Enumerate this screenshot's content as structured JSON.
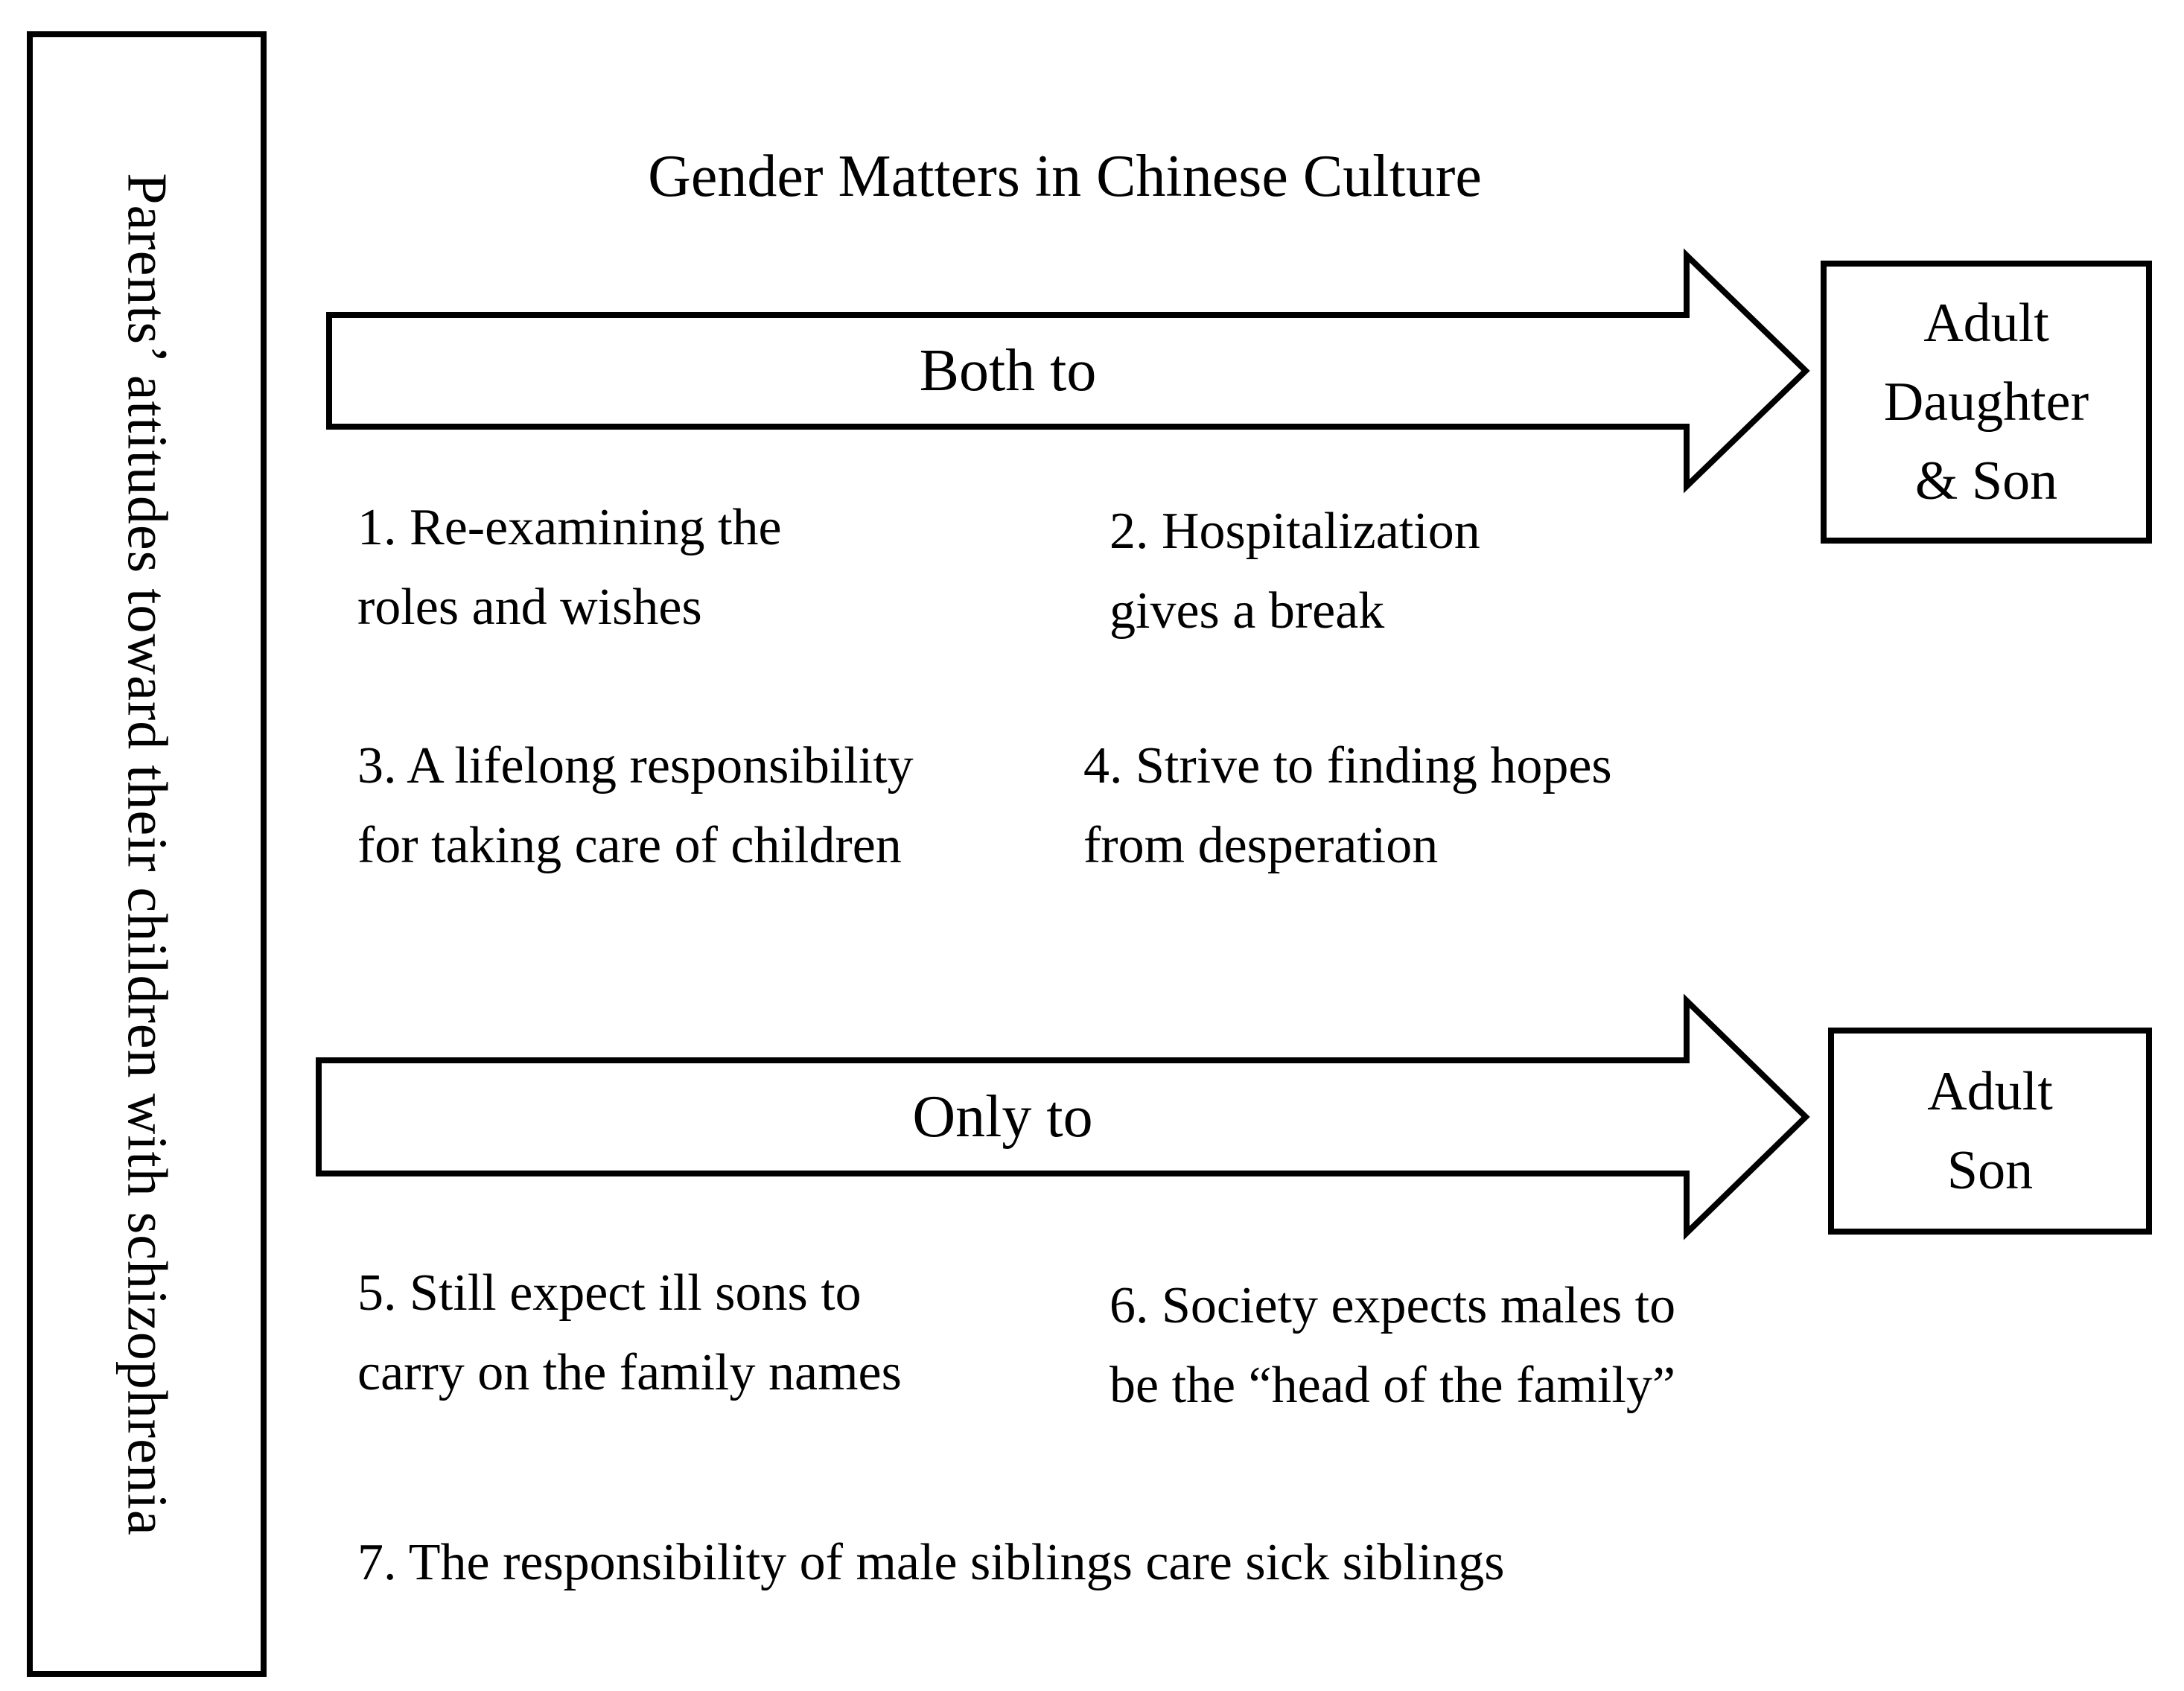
{
  "colors": {
    "ink": "#000000",
    "background": "#ffffff"
  },
  "sidebar": {
    "label": "Parents’ attitudes toward their children with schizophrenia"
  },
  "title": "Gender Matters in Chinese Culture",
  "arrows": [
    {
      "label": "Both to",
      "target_lines": [
        "Adult",
        "Daughter",
        "& Son"
      ]
    },
    {
      "label": "Only to",
      "target_lines": [
        "Adult",
        "Son"
      ]
    }
  ],
  "items": [
    {
      "line1": "1. Re-examining the",
      "line2": "roles and wishes"
    },
    {
      "line1": "2. Hospitalization",
      "line2": "gives a break"
    },
    {
      "line1": "3. A lifelong responsibility",
      "line2": "for taking care of children"
    },
    {
      "line1": "4. Strive to finding hopes",
      "line2": "from desperation"
    },
    {
      "line1": "5. Still expect ill sons to",
      "line2": "carry on the family names"
    },
    {
      "line1": "6. Society expects males to",
      "line2": "be the “head of the family”"
    },
    {
      "line1": "7. The responsibility of male siblings care sick siblings",
      "line2": ""
    }
  ]
}
